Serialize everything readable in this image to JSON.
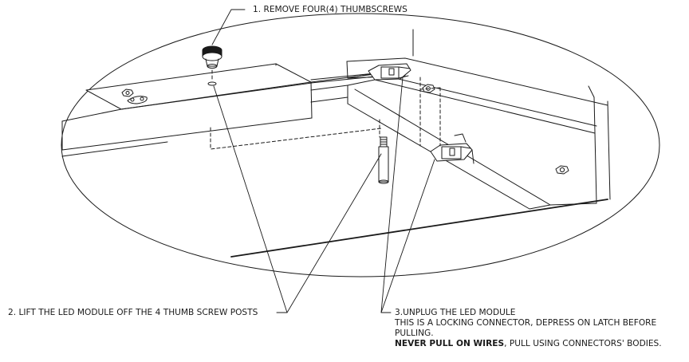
{
  "callouts": {
    "step1": "1. REMOVE FOUR(4) THUMBSCREWS",
    "step2": "2. LIFT THE LED MODULE OFF THE 4 THUMB SCREW POSTS",
    "step3": {
      "line1": "3.UNPLUG THE LED MODULE",
      "line2": "THIS IS A LOCKING CONNECTOR, DEPRESS ON LATCH BEFORE",
      "line3": "PULLING.",
      "warning_bold": "NEVER PULL ON WIRES",
      "warning_rest": ", PULL USING CONNECTORS' BODIES."
    }
  },
  "colors": {
    "ink": "#1a1a1a",
    "background": "#ffffff"
  }
}
